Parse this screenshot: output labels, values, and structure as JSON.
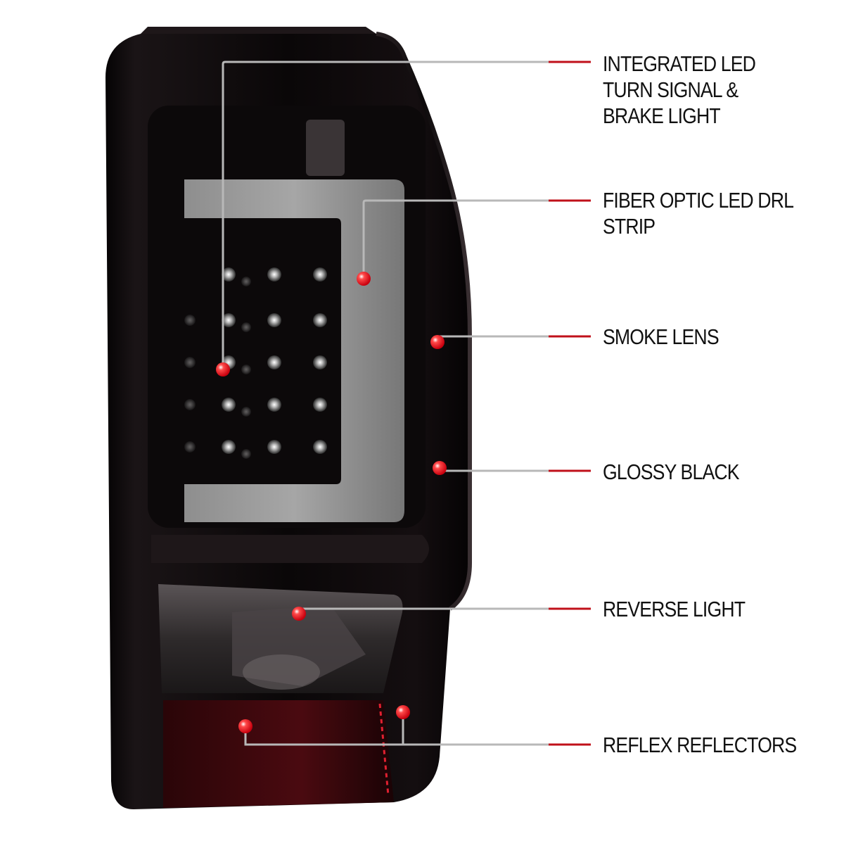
{
  "product": {
    "callouts": [
      {
        "id": "integrated-led",
        "label": "INTEGRATED LED\nTURN SIGNAL &\nBRAKE LIGHT"
      },
      {
        "id": "fiber-optic",
        "label": "FIBER OPTIC LED DRL STRIP"
      },
      {
        "id": "smoke-lens",
        "label": "SMOKE LENS"
      },
      {
        "id": "glossy-black",
        "label": "GLOSSY BLACK"
      },
      {
        "id": "reverse-light",
        "label": "REVERSE LIGHT"
      },
      {
        "id": "reflex-reflectors",
        "label": "REFLEX REFLECTORS"
      }
    ],
    "colors": {
      "leader_line": "#b8b8b8",
      "leader_accent": "#c0101a",
      "marker": "#e0101c",
      "housing": "#0b0708",
      "background": "#ffffff"
    }
  }
}
